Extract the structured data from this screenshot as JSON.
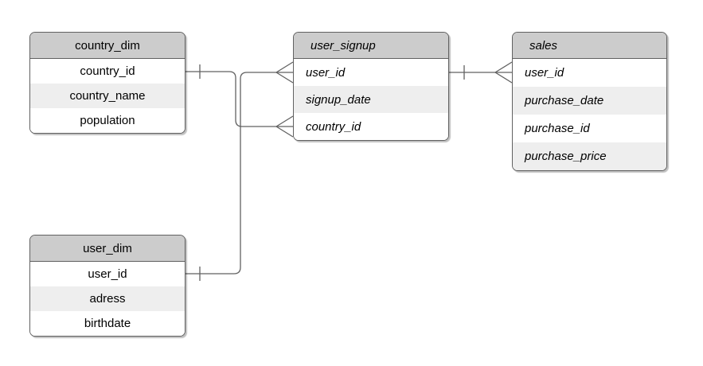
{
  "diagram": {
    "type": "entity-relationship",
    "colors": {
      "background": "#ffffff",
      "header_fill": "#cccccc",
      "row_fill": "#ffffff",
      "row_alt_fill": "#eeeeee",
      "border": "#616161",
      "connector": "#616161",
      "text": "#000000"
    },
    "tables": [
      {
        "title": "country_dim",
        "text_style": "regular-centered",
        "columns": [
          "country_id",
          "country_name",
          "population"
        ]
      },
      {
        "title": "user_dim",
        "text_style": "regular-centered",
        "columns": [
          "user_id",
          "adress",
          "birthdate"
        ]
      },
      {
        "title": "user_signup",
        "text_style": "italic-left",
        "columns": [
          "user_id",
          "signup_date",
          "country_id"
        ]
      },
      {
        "title": "sales",
        "text_style": "italic-left",
        "columns": [
          "user_id",
          "purchase_date",
          "purchase_id",
          "purchase_price"
        ]
      }
    ],
    "relationships": [
      {
        "from_table": "country_dim",
        "from_column": "country_id",
        "to_table": "user_signup",
        "to_column": "country_id",
        "from_cardinality": "one",
        "to_cardinality": "many"
      },
      {
        "from_table": "user_dim",
        "from_column": "user_id",
        "to_table": "user_signup",
        "to_column": "user_id",
        "from_cardinality": "one",
        "to_cardinality": "many"
      },
      {
        "from_table": "user_signup",
        "from_column": "user_id",
        "to_table": "sales",
        "to_column": "user_id",
        "from_cardinality": "one",
        "to_cardinality": "many"
      }
    ]
  }
}
